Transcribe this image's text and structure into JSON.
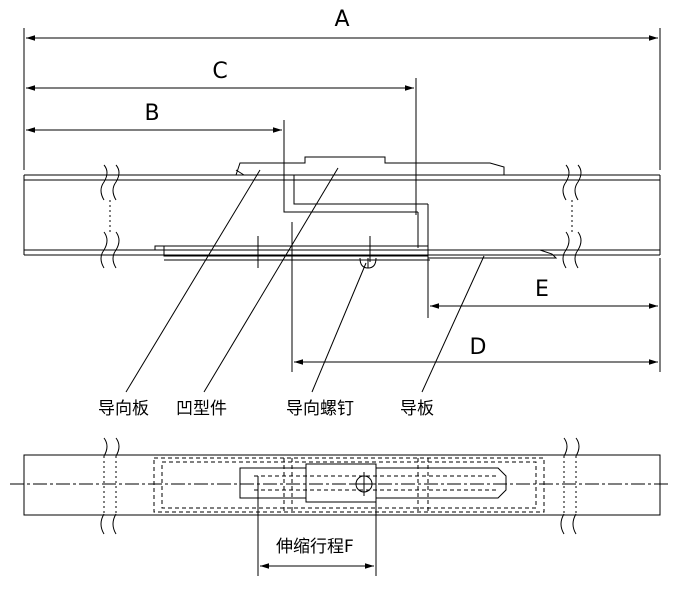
{
  "dimensions": {
    "a": "A",
    "b": "B",
    "c": "C",
    "d": "D",
    "e": "E"
  },
  "labels": {
    "guide_plate": "导向板",
    "u_part": "凹型件",
    "guide_screw": "导向螺钉",
    "guide": "导板",
    "stroke": "伸缩行程F"
  }
}
